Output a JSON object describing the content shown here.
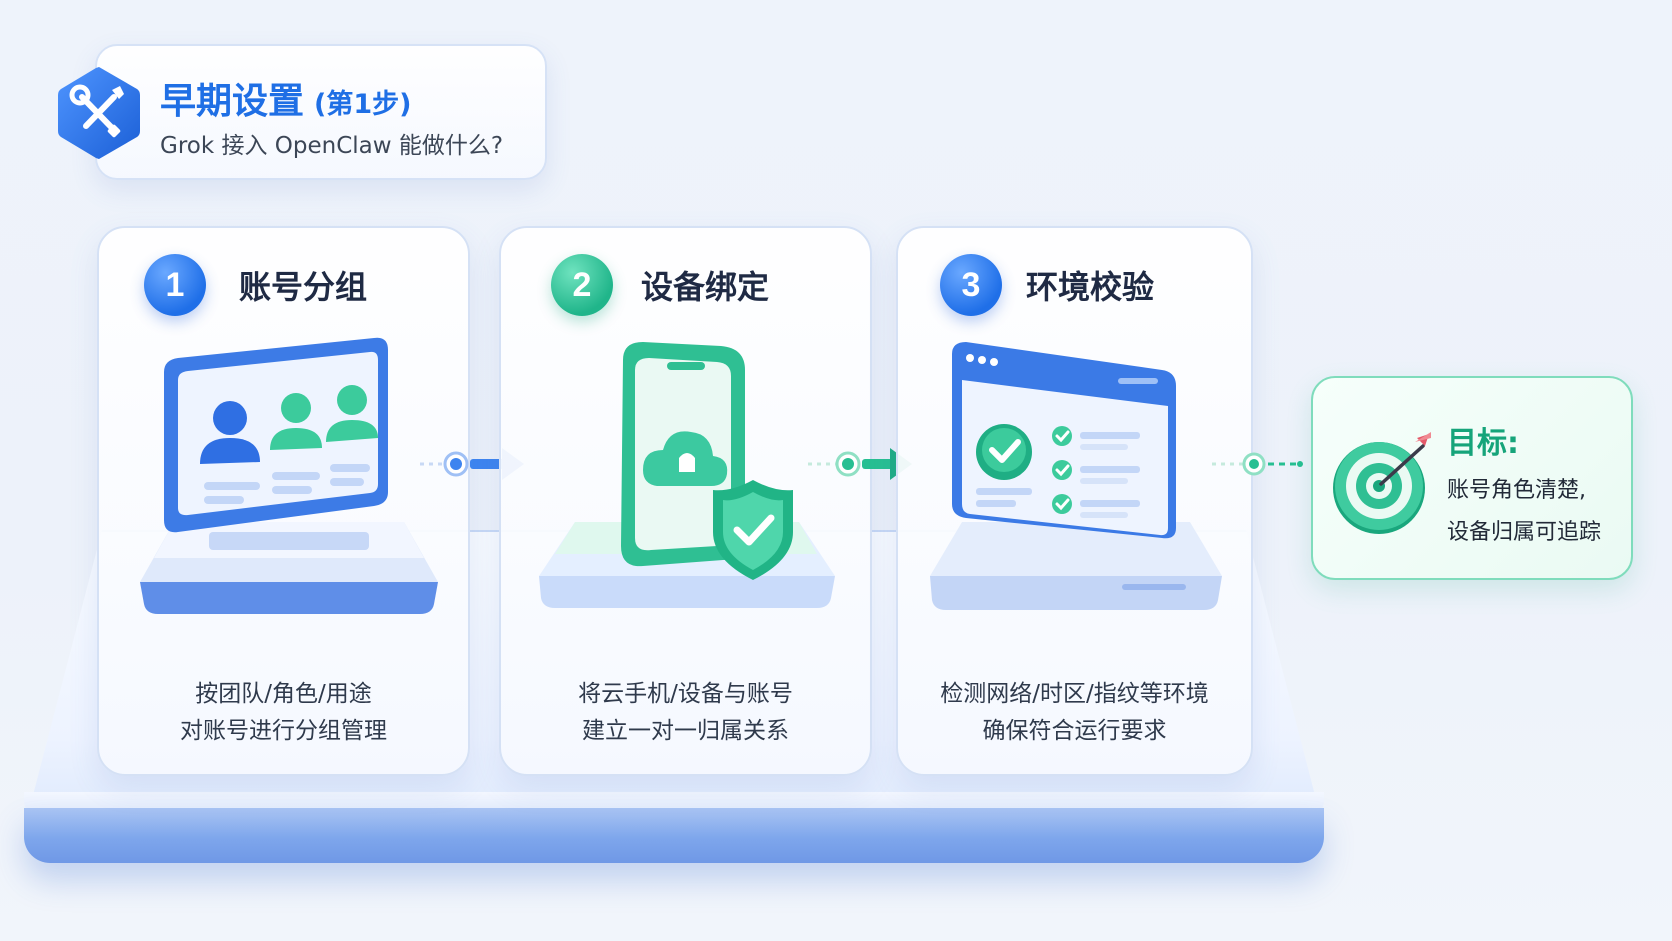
{
  "header": {
    "title": "早期设置",
    "step": "(第1步)",
    "subtitle": "Grok 接入 OpenClaw 能做什么?",
    "icon": "tools-icon"
  },
  "steps": [
    {
      "number": "1",
      "title": "账号分组",
      "description": [
        "按团队/角色/用途",
        "对账号进行分组管理"
      ],
      "icon": "account-group-monitor-icon",
      "accent": "#1f6fe8"
    },
    {
      "number": "2",
      "title": "设备绑定",
      "description": [
        "将云手机/设备与账号",
        "建立一对一归属关系"
      ],
      "icon": "cloud-phone-shield-icon",
      "accent": "#20b58a"
    },
    {
      "number": "3",
      "title": "环境校验",
      "description": [
        "检测网络/时区/指纹等环境",
        "确保符合运行要求"
      ],
      "icon": "checklist-window-icon",
      "accent": "#1f6fe8"
    }
  ],
  "goal": {
    "label": "目标:",
    "lines": [
      "账号角色清楚,",
      "设备归属可追踪"
    ],
    "icon": "target-arrow-icon",
    "accent": "#16a47a"
  },
  "colors": {
    "blue": "#1f6fe8",
    "green": "#20b58a",
    "text": "#1f2a44"
  }
}
